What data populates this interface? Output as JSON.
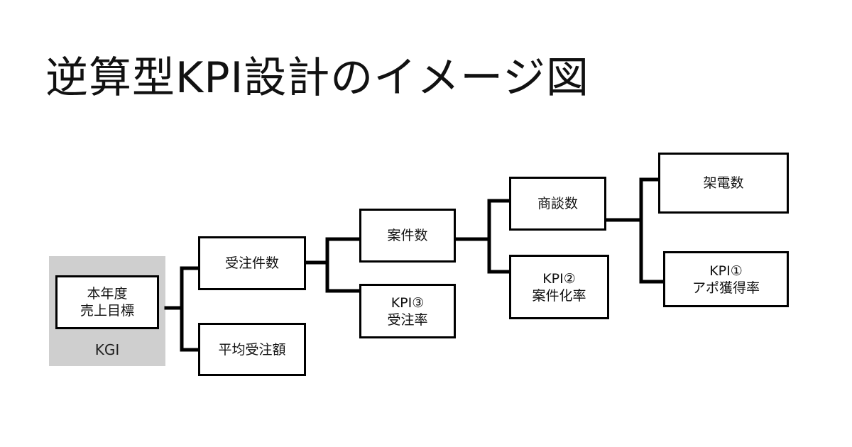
{
  "title": "逆算型KPI設計のイメージ図",
  "kgi": {
    "label": "KGI",
    "box": {
      "line1": "本年度",
      "line2": "売上目標"
    }
  },
  "nodes": {
    "orders": "受注件数",
    "avg_order_value": "平均受注額",
    "cases": "案件数",
    "kpi3": {
      "line1": "KPI③",
      "line2": "受注率"
    },
    "meetings": "商談数",
    "kpi2": {
      "line1": "KPI②",
      "line2": "案件化率"
    },
    "calls": "架電数",
    "kpi1": {
      "line1": "KPI①",
      "line2": "アポ獲得率"
    }
  },
  "colors": {
    "line": "#000000",
    "kgi_background": "#cfcfcf",
    "box_fill": "#ffffff"
  }
}
